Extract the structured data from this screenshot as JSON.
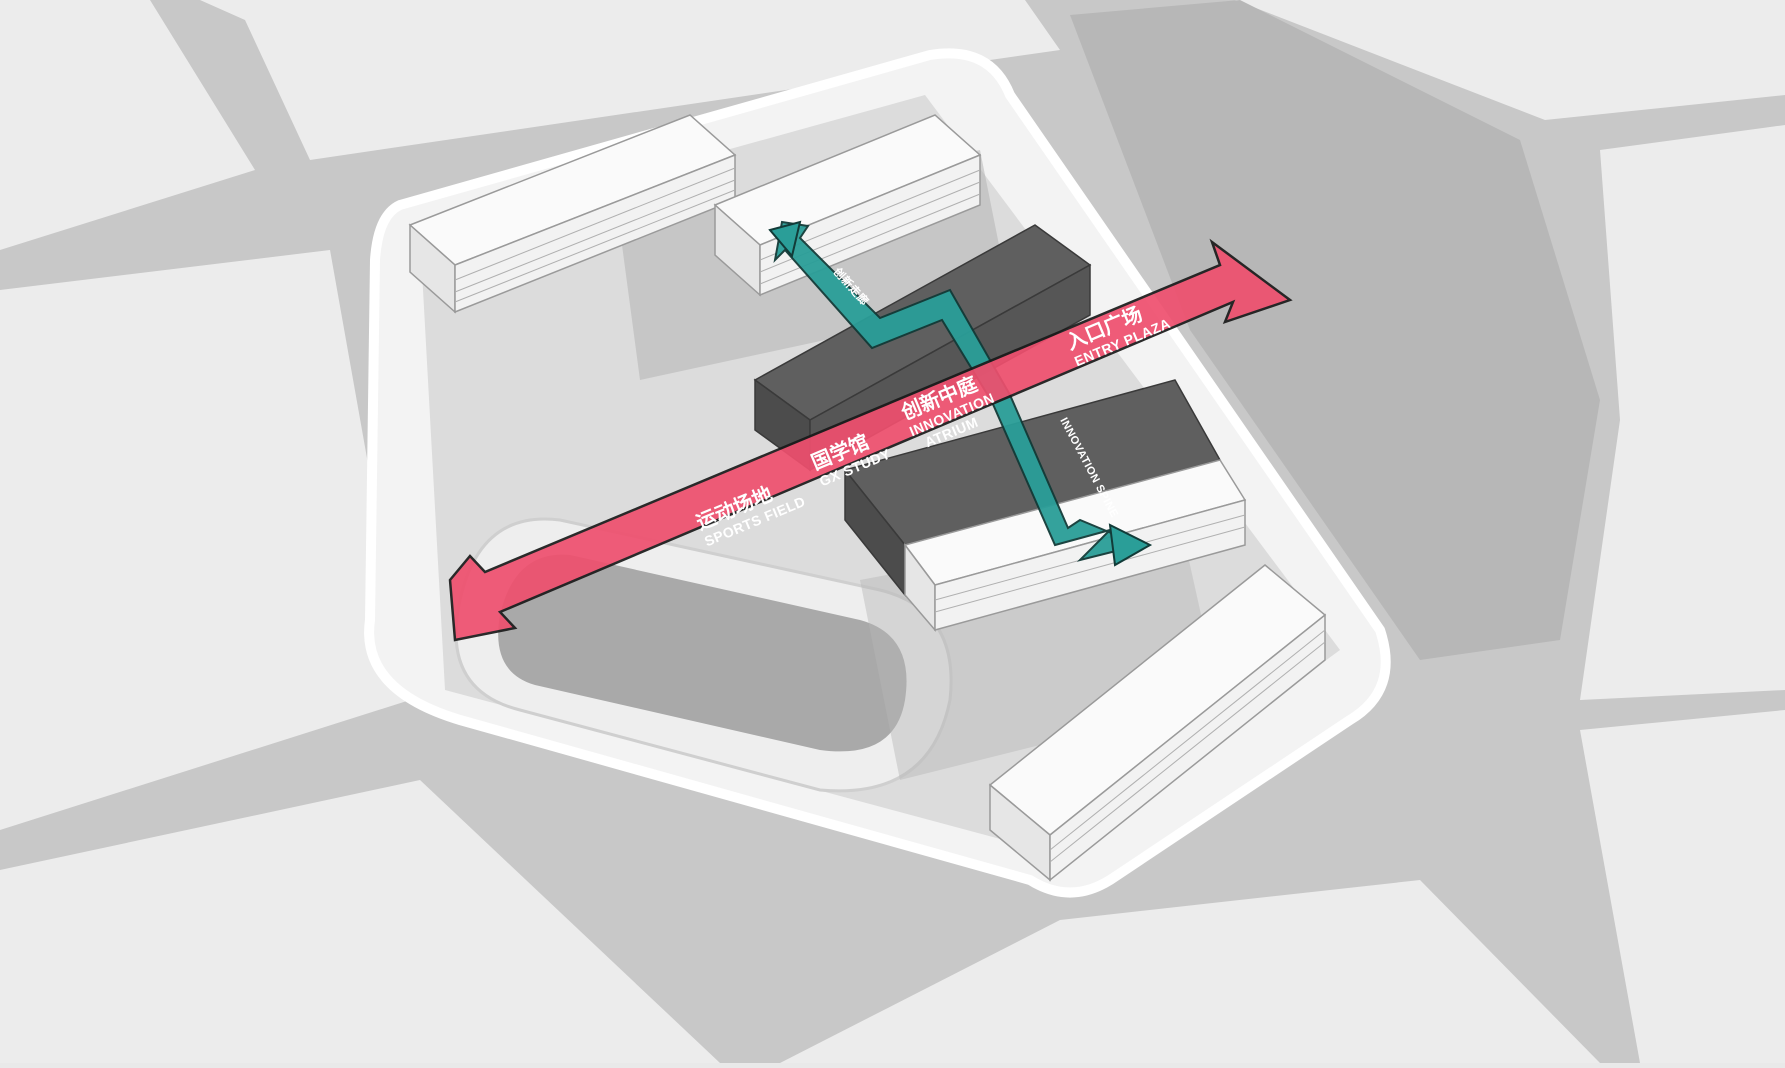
{
  "colors": {
    "road": "#c6c6c6",
    "block": "#e8e8e8",
    "site": "#d3d3d3",
    "building_white": "#fafafa",
    "building_dark": "#5e5e5e",
    "axis_main": "#ef4f6e",
    "axis_spine": "#2a9e98"
  },
  "labels": {
    "sports_field_cn": "运动场地",
    "sports_field_en": "SPORTS FIELD",
    "gx_study_cn": "国学馆",
    "gx_study_en": "GX STUDY",
    "atrium_cn": "创新中庭",
    "atrium_en_1": "INNOVATION",
    "atrium_en_2": "ATRIUM",
    "entry_cn": "入口广场",
    "entry_en": "ENTRY PLAZA",
    "spine_cn": "创新走廊",
    "spine_en": "INNOVATION SPINE"
  },
  "icons": {
    "main_axis": "double-arrow-icon",
    "spine_axis": "double-arrow-icon"
  }
}
